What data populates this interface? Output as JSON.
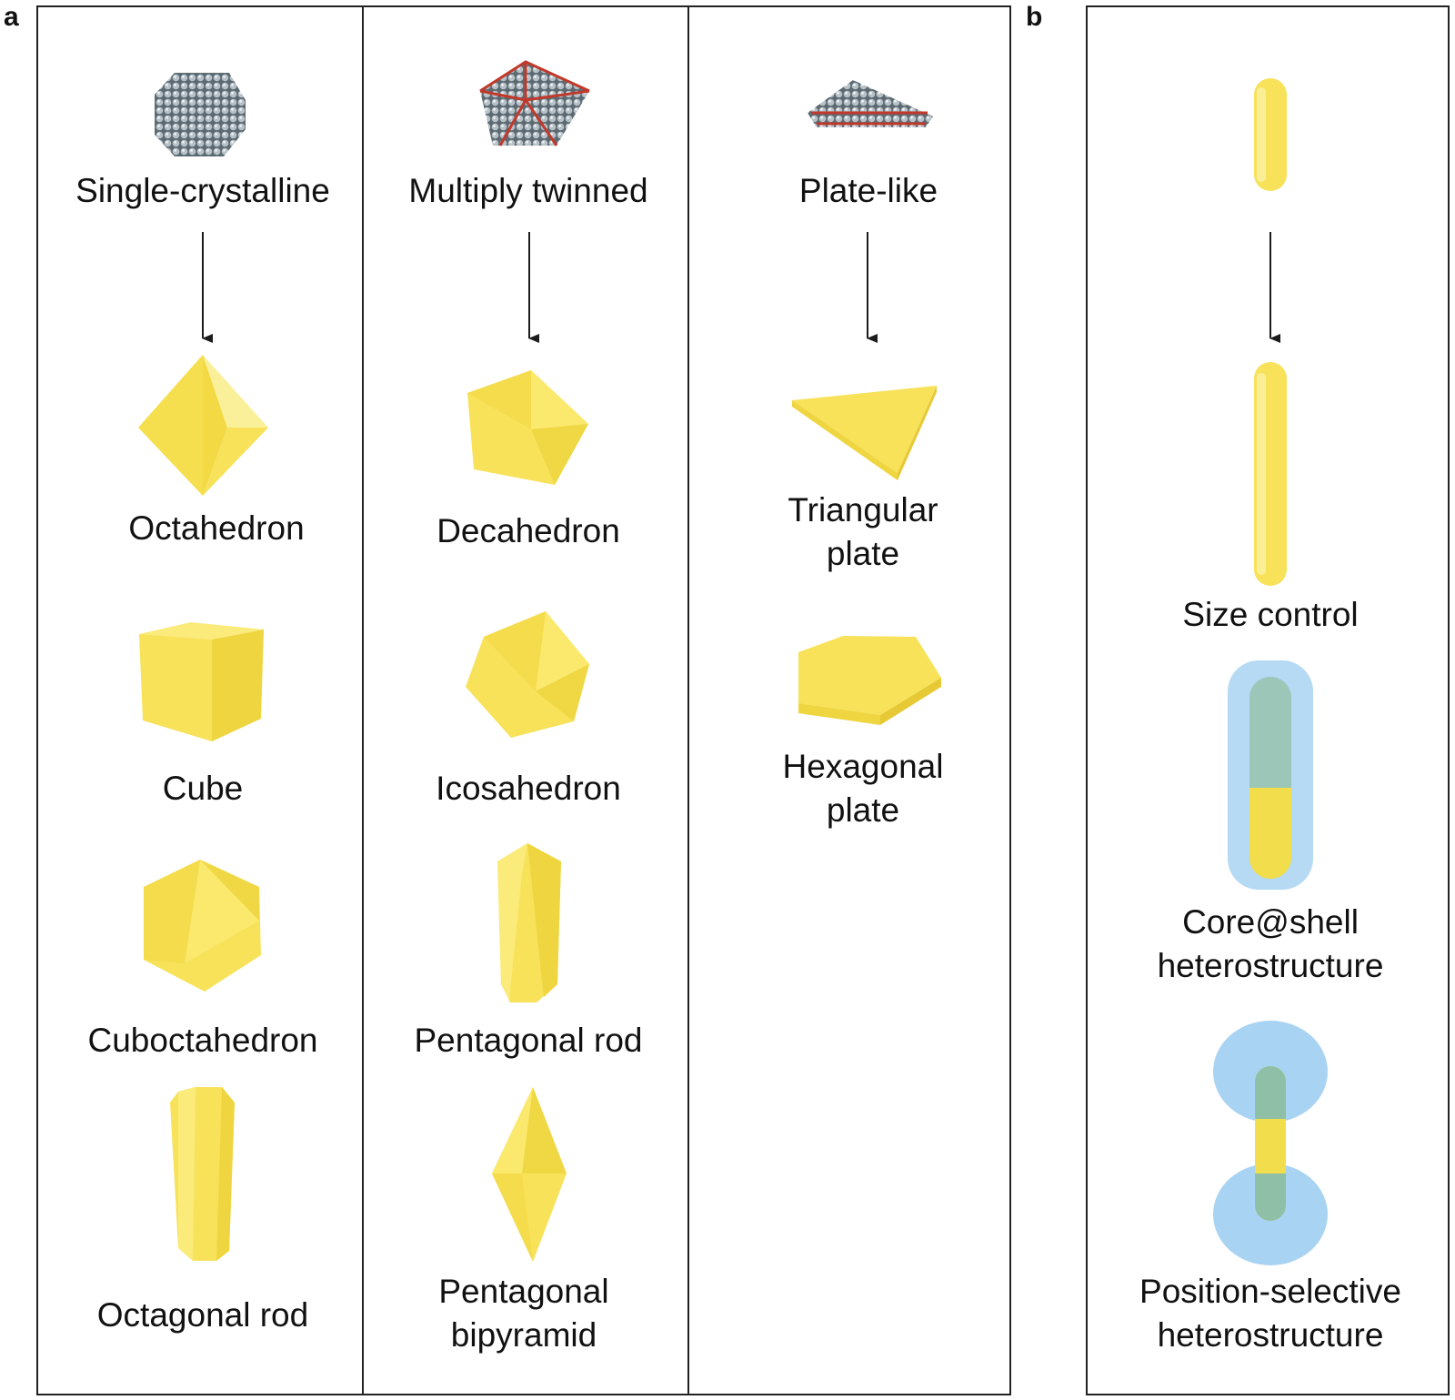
{
  "panels": {
    "a": "a",
    "b": "b"
  },
  "columns": [
    {
      "header": "Single-crystalline",
      "shapes": [
        "Octahedron",
        "Cube",
        "Cuboctahedron",
        "Octagonal rod"
      ]
    },
    {
      "header": "Multiply twinned",
      "shapes": [
        "Decahedron",
        "Icosahedron",
        "Pentagonal rod",
        "Pentagonal\nbipyramid"
      ]
    },
    {
      "header": "Plate-like",
      "shapes": [
        "Triangular\nplate",
        "Hexagonal\nplate"
      ]
    }
  ],
  "panel_b": {
    "items": [
      "Size control",
      "Core@shell\nheterostructure",
      "Position-selective\nheterostructure"
    ]
  },
  "colors": {
    "gold": "#f7e25a",
    "gold_dark": "#e8cc3a",
    "gold_light": "#fbf09a",
    "shell_blue": "#a9d3f2",
    "atom_grey": "#8d9aa3",
    "twin_red": "#c0392b"
  }
}
